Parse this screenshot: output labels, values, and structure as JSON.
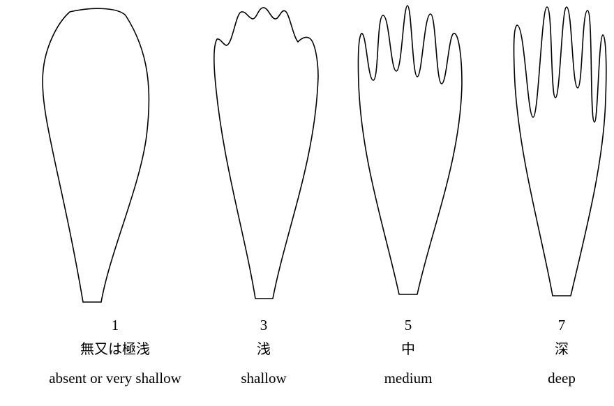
{
  "items": [
    {
      "number": "1",
      "label_ja": "無又は極浅",
      "label_en": "absent or very shallow"
    },
    {
      "number": "3",
      "label_ja": "浅",
      "label_en": "shallow"
    },
    {
      "number": "5",
      "label_ja": "中",
      "label_en": "medium"
    },
    {
      "number": "7",
      "label_ja": "深",
      "label_en": "deep"
    }
  ]
}
